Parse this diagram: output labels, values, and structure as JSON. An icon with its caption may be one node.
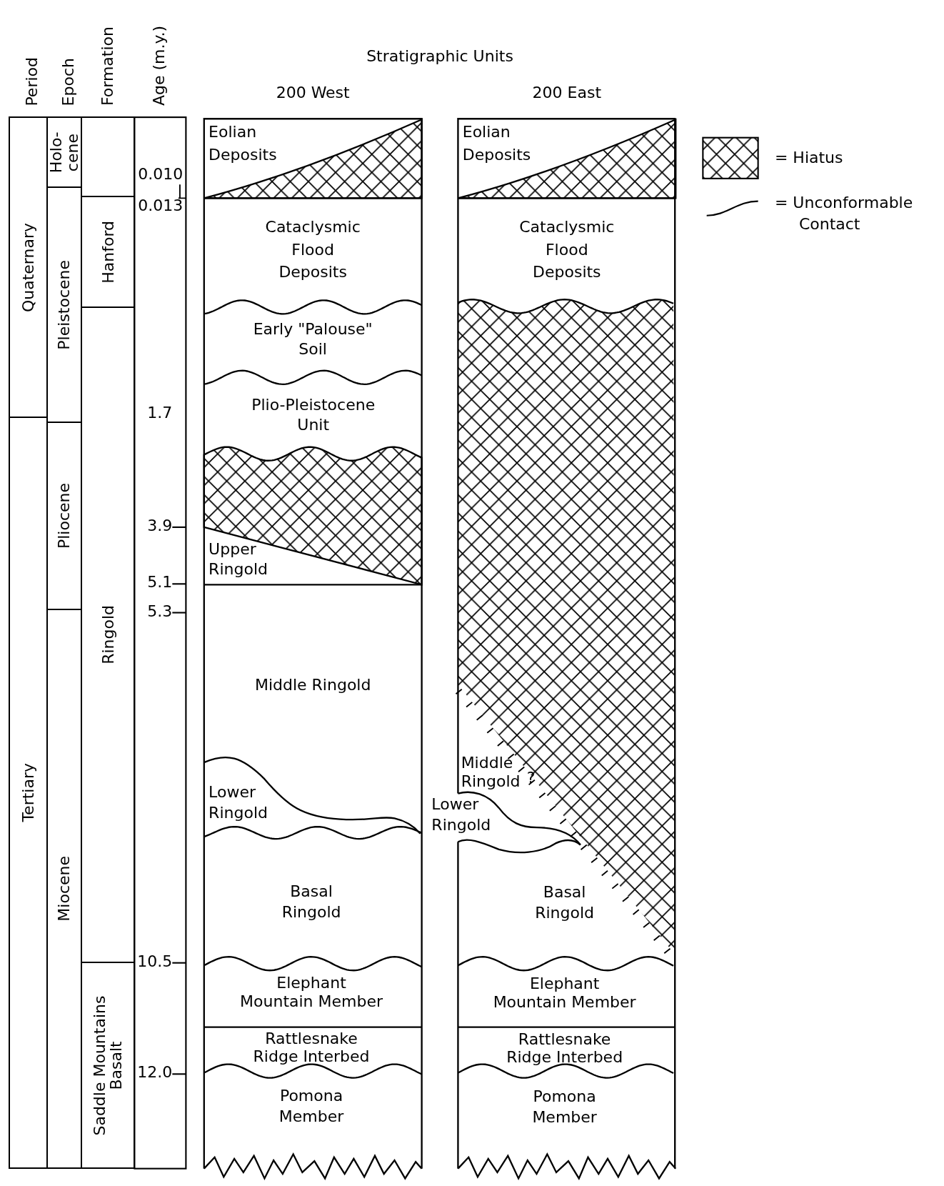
{
  "diagram": {
    "nodes": [
      {
        "text": [
          "Quaternary"
        ]
      },
      {
        "text": [
          "Tertiary"
        ]
      },
      {
        "text": [
          "Holo-cene"
        ]
      },
      {
        "text": [
          "Pleistocene"
        ]
      },
      {
        "text": [
          "Pliocene"
        ]
      },
      {
        "text": [
          "Miocene"
        ]
      },
      {
        "text": [],
        "shape": "box"
      },
      {
        "text": [
          "Hanford"
        ]
      },
      {
        "text": [
          "Ringold"
        ]
      },
      {
        "text": [
          "Saddle Mountains Basalt"
        ]
      },
      {
        "text": [
          "200 West"
        ]
      },
      {
        "text": [
          "Eolian Deposits"
        ],
        "in": 10
      },
      {
        "text": [
          "Cataclysmic Flood Deposits"
        ],
        "in": 10
      },
      {
        "text": [
          "Early \"Palouse\" Soil"
        ],
        "in": 10
      },
      {
        "text": [
          "Plio-Pleistocene Unit"
        ],
        "in": 10
      },
      {
        "text": [
          "Upper Ringold"
        ],
        "in": 10
      },
      {
        "text": [
          "Middle Ringold"
        ],
        "in": 10
      },
      {
        "text": [
          "Lower Ringold"
        ],
        "in": 10
      },
      {
        "text": [
          "Basal Ringold"
        ],
        "in": 10
      },
      {
        "text": [
          "Elephant Mountain Member"
        ],
        "in": 10
      },
      {
        "text": [
          "Rattlesnake Ridge Interbed"
        ],
        "in": 10
      },
      {
        "text": [
          "Pomona Member"
        ],
        "in": 10
      },
      {
        "text": [
          "200 East"
        ]
      },
      {
        "text": [
          "Eolian Deposits"
        ],
        "in": 22
      },
      {
        "text": [
          "Cataclysmic Flood Deposits"
        ],
        "in": 22
      },
      {
        "text": [
          "Middle Ringold"
        ],
        "in": 22
      },
      {
        "text": [
          "Lower Ringold"
        ]
      },
      {
        "text": [
          "Basal Ringold"
        ],
        "in": 22
      },
      {
        "text": [
          "Elephant Mountain Member"
        ],
        "in": 22
      },
      {
        "text": [
          "Rattlesnake Ridge Interbed"
        ],
        "in": 22
      },
      {
        "text": [
          "Pomona Member"
        ],
        "in": 22
      }
    ],
    "labels": [
      "Period",
      "Epoch",
      "Formation",
      "Age (m.y.)",
      "Stratigraphic Units",
      "0.010",
      "0.013",
      "1.7",
      "3.9",
      "5.1",
      "5.3",
      "?",
      "10.5",
      "12.0"
    ],
    "legend": [
      {
        "text": "= Hiatus"
      },
      {
        "text": "= Unconformable Contact"
      }
    ]
  }
}
